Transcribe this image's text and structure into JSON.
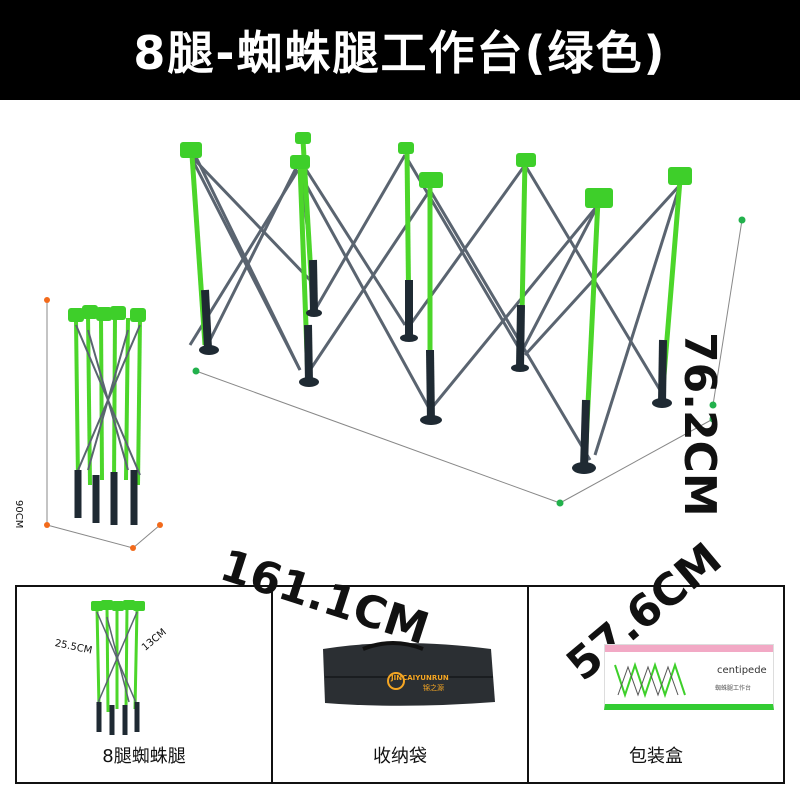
{
  "title": "8腿-蜘蛛腿工作台(绿色)",
  "dimensions": {
    "length": "161.1CM",
    "width": "57.6CM",
    "height": "76.2CM",
    "folded_height": "90CM",
    "folded_width": "25.5CM",
    "folded_depth": "13CM"
  },
  "items": [
    {
      "label": "8腿蜘蛛腿"
    },
    {
      "label": "收纳袋"
    },
    {
      "label": "包装盒"
    }
  ],
  "box": {
    "brand": "centipede",
    "subtitle": "蜘蛛腿工作台"
  },
  "bag": {
    "brand": "JINCAIYUNRUN",
    "brand_cn": "锦之源"
  },
  "colors": {
    "title_bg": "#000000",
    "leg_green": "#4cd62a",
    "frame_gray": "#5a6470",
    "foot": "#1f2a33",
    "dot_green": "#22b14c",
    "dot_orange": "#f26a1b"
  }
}
